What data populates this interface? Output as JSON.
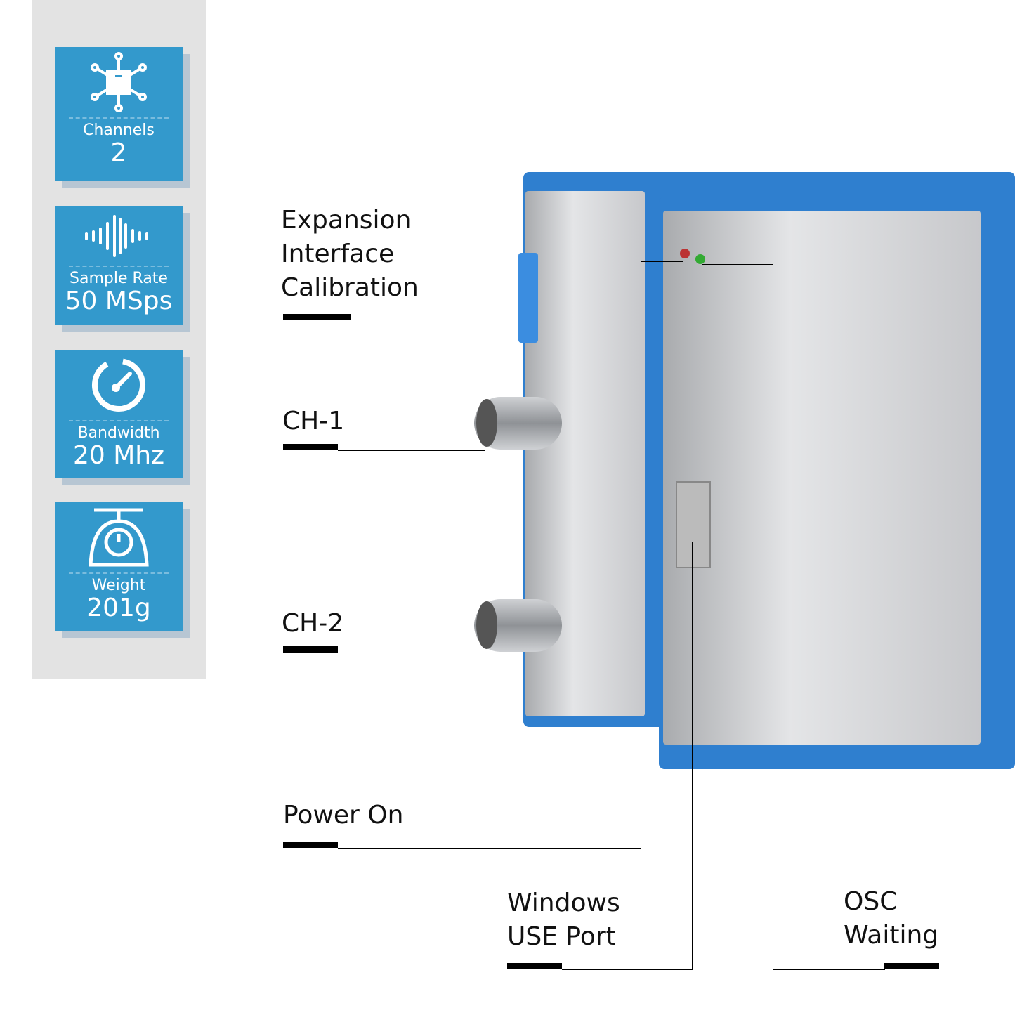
{
  "specs": [
    {
      "icon": "channels-icon",
      "label": "Channels",
      "value": "2"
    },
    {
      "icon": "waveform-icon",
      "label": "Sample Rate",
      "value": "50 MSps"
    },
    {
      "icon": "gauge-icon",
      "label": "Bandwidth",
      "value": "20 Mhz"
    },
    {
      "icon": "scale-icon",
      "label": "Weight",
      "value": "201g"
    }
  ],
  "callouts": {
    "expansion": [
      "Expansion",
      "Interface",
      "Calibration"
    ],
    "ch1": "CH-1",
    "ch2": "CH-2",
    "power": "Power On",
    "usb": [
      "Windows",
      "USE Port"
    ],
    "osc": [
      "OSC",
      "Waiting"
    ]
  },
  "colors": {
    "accent": "#3399cc",
    "device_blue": "#2f7fcf"
  }
}
